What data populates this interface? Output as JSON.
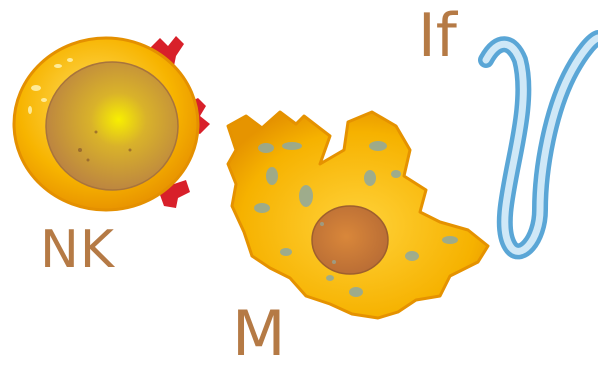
{
  "labels": {
    "nk": "NK",
    "macrophage": "M",
    "interferon": "If"
  },
  "colors": {
    "label_text": "#b57a45",
    "cell_yellow": "#f7b400",
    "cell_edge": "#e79a00",
    "nucleus": "#c4813f",
    "nucleus_glow": "#f5e400",
    "receptor": "#d8202a",
    "vacuole": "#8fa9a0",
    "gamma_stroke": "#6fb3dc",
    "gamma_fill": "#d6ecf8"
  },
  "icons": {
    "nk_cell": "nk-cell-icon",
    "macrophage": "macrophage-cell-icon",
    "gamma": "gamma-symbol-icon"
  }
}
